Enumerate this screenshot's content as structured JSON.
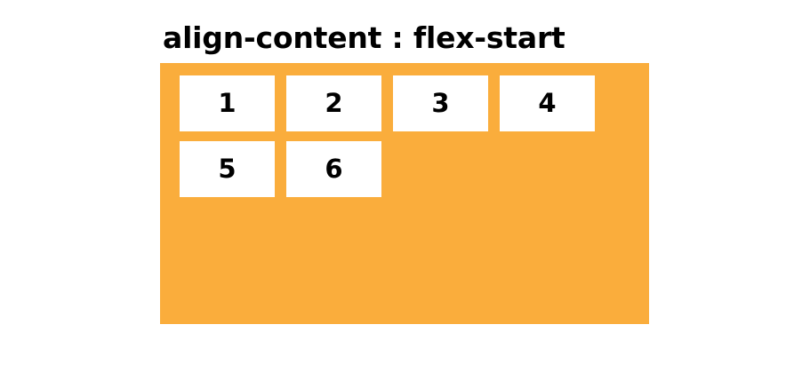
{
  "demo": {
    "title": "align-content : flex-start",
    "container": {
      "name": "flex-container",
      "background_color": "#faad3c",
      "align_content": "flex-start",
      "flex_wrap": "wrap",
      "flex_direction": "row"
    },
    "items": [
      {
        "label": "1"
      },
      {
        "label": "2"
      },
      {
        "label": "3"
      },
      {
        "label": "4"
      },
      {
        "label": "5"
      },
      {
        "label": "6"
      }
    ],
    "colors": {
      "page_background": "#ffffff",
      "container_background": "#faad3c",
      "item_background": "#ffffff",
      "text": "#000000"
    }
  }
}
